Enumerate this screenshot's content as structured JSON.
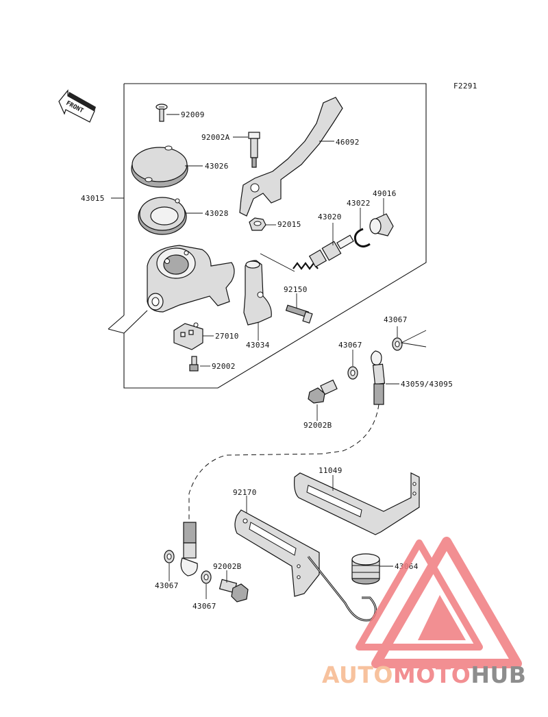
{
  "figure_code": "F2291",
  "front_label": "FRONT",
  "parts": {
    "p92009": "92009",
    "p43026": "43026",
    "p92002A": "92002A",
    "p46092": "46092",
    "p43015": "43015",
    "p43028": "43028",
    "p92015": "92015",
    "p43020": "43020",
    "p43022": "43022",
    "p49016": "49016",
    "p92150": "92150",
    "p43034": "43034",
    "p27010": "27010",
    "p92002": "92002",
    "p43067_a": "43067",
    "p43067_b": "43067",
    "p43059": "43059/43095",
    "p92002B_a": "92002B",
    "p11049": "11049",
    "p92170": "92170",
    "p43064": "43064",
    "p92002B_b": "92002B",
    "p43067_c": "43067",
    "p43067_d": "43067"
  },
  "watermark": {
    "part1": "AUTO",
    "part2": "MOTO",
    "part3": "HUB",
    "color1": "#f6b88e",
    "color2": "#f07c80",
    "color3": "#7a7a7a",
    "triangle_color": "#f07c80"
  }
}
